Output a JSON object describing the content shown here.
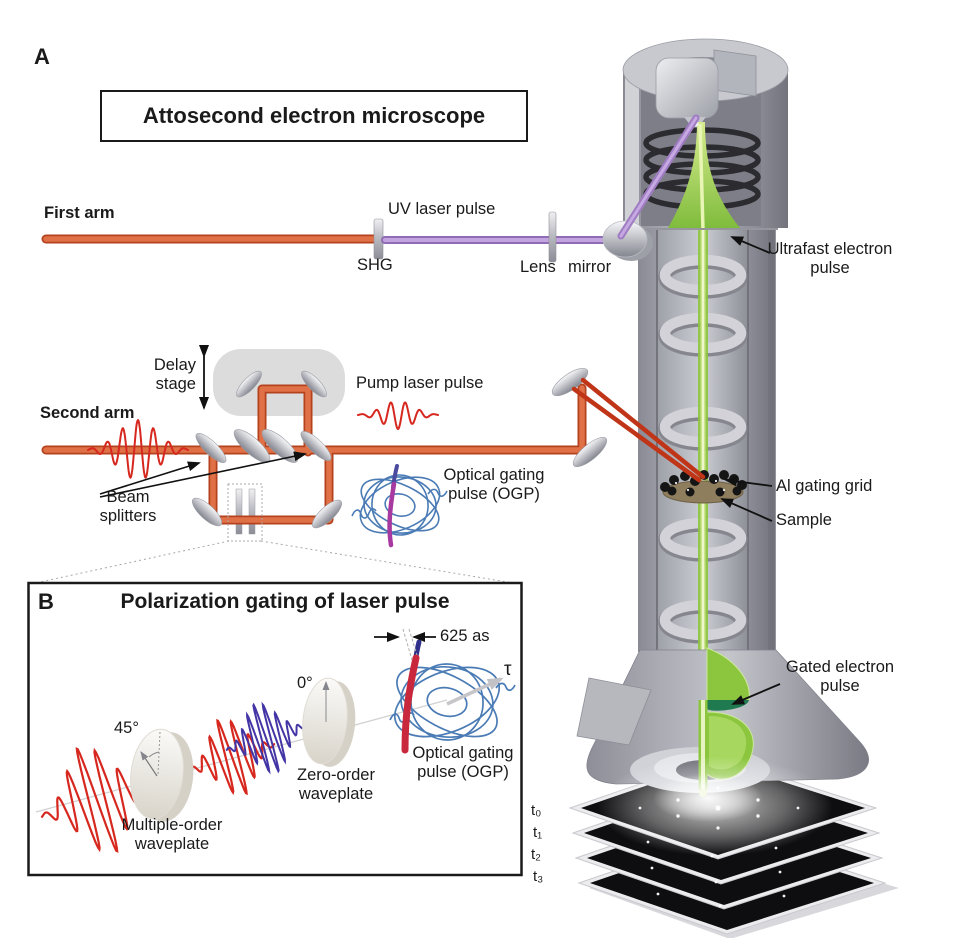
{
  "colors": {
    "beam_orange": "#E07147",
    "beam_orange_edge": "#B4421E",
    "uv_purple": "#B295D6",
    "electron_green": "#8CC63F",
    "pulse_red": "#D6281E",
    "pulse_blue": "#4335A5",
    "ogp_blue": "#4A7BB5",
    "gate_magenta": "#A73AA0",
    "gate_red": "#C9283C",
    "metal_gray": "#AAACB4"
  },
  "panel_a": {
    "label": "A",
    "title": "Attosecond electron microscope",
    "first_arm": "First arm",
    "uv_laser_pulse": "UV laser pulse",
    "shg": "SHG",
    "lens": "Lens",
    "mirror": "mirror",
    "ultrafast_electron_pulse": "Ultrafast electron pulse",
    "delay_stage": "Delay stage",
    "pump_laser_pulse": "Pump laser pulse",
    "second_arm": "Second arm",
    "beam_splitters": "Beam splitters",
    "optical_gating_pulse": "Optical gating pulse (OGP)",
    "al_gating_grid": "Al gating grid",
    "sample": "Sample",
    "gated_electron_pulse": "Gated electron pulse",
    "detector_times": [
      "t₀",
      "t₁",
      "t₂",
      "t₃"
    ]
  },
  "panel_b": {
    "label": "B",
    "title": "Polarization gating of laser pulse",
    "gate_width": "625 as",
    "tau": "τ",
    "multiple_order_angle": "45°",
    "zero_order_angle": "0°",
    "multiple_order_waveplate": "Multiple-order waveplate",
    "zero_order_waveplate": "Zero-order waveplate",
    "optical_gating_pulse": "Optical gating pulse (OGP)"
  }
}
